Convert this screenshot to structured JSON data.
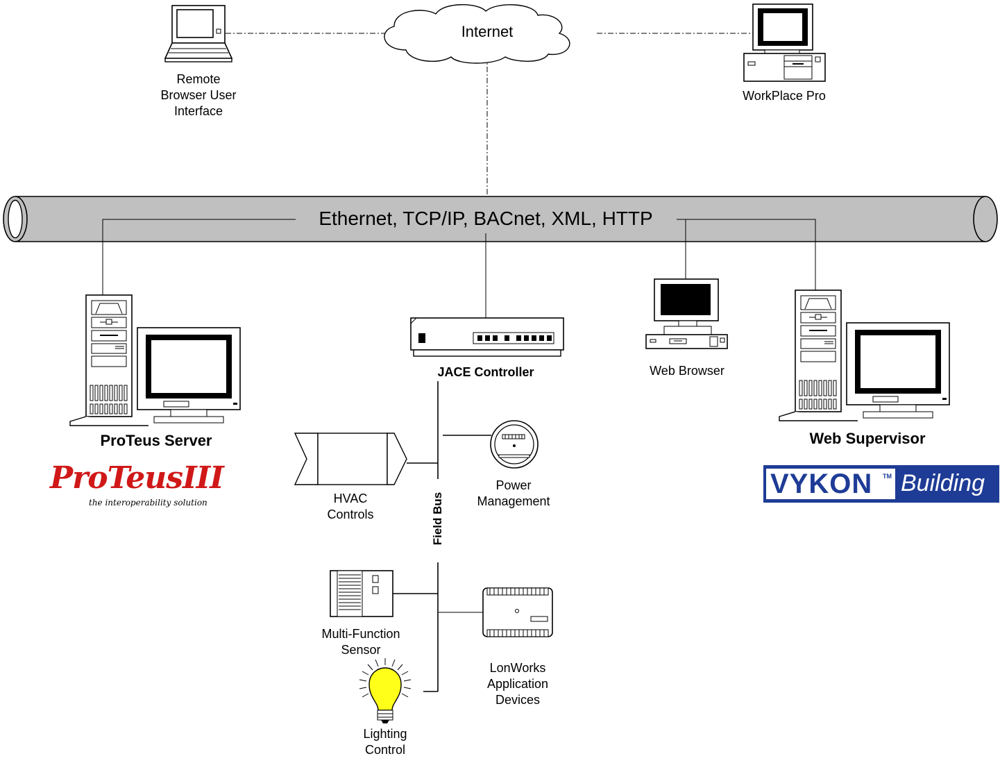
{
  "cloud": {
    "label": "Internet"
  },
  "laptop": {
    "label": "Remote\nBrowser User\nInterface"
  },
  "workplace": {
    "label": "WorkPlace Pro"
  },
  "backbone": {
    "label": "Ethernet, TCP/IP, BACnet, XML, HTTP"
  },
  "proteus": {
    "label": "ProTeus  Server",
    "logo_text": "ProTeusIII",
    "logo_tagline": "the interoperability solution",
    "logo_color": "#d01818"
  },
  "jace": {
    "label": "JACE Controller"
  },
  "web_browser": {
    "label": "Web Browser"
  },
  "web_supervisor": {
    "label": "Web Supervisor",
    "logo_text": "VYKON",
    "logo_tm": "TM",
    "logo_suffix": "Building",
    "logo_color": "#1e3c96"
  },
  "field_bus": {
    "label": "Field Bus"
  },
  "hvac": {
    "label": "HVAC\nControls"
  },
  "power": {
    "label": "Power\nManagement"
  },
  "sensor": {
    "label": "Multi-Function\nSensor"
  },
  "lonworks": {
    "label": "LonWorks\nApplication\nDevices"
  },
  "lighting": {
    "label": "Lighting\nControl",
    "bulb_color": "#ffff1a"
  }
}
